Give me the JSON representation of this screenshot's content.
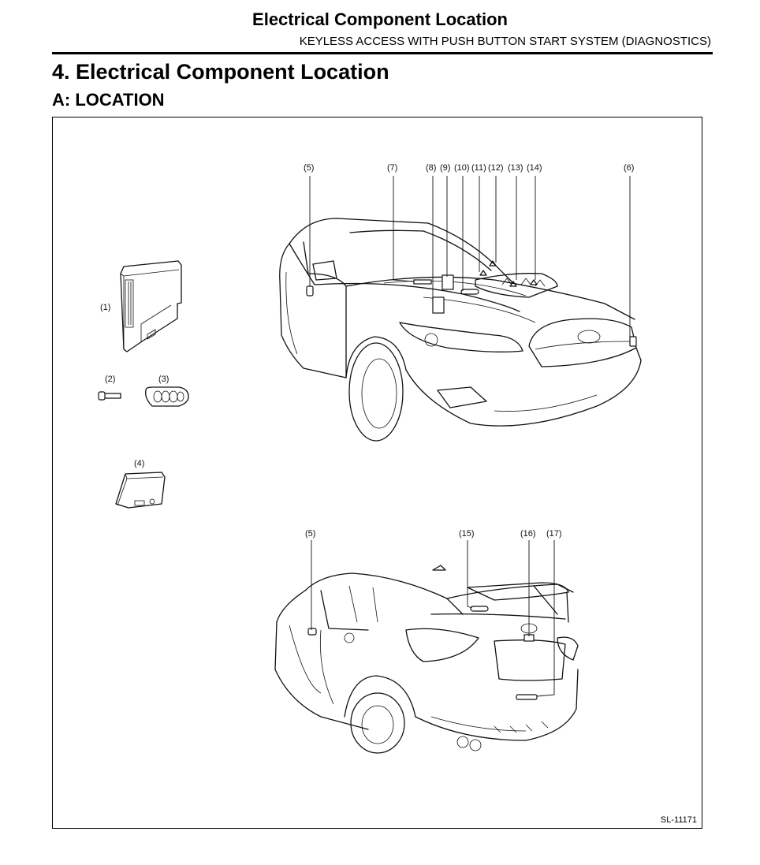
{
  "header": {
    "title": "Electrical Component Location",
    "subtitle": "KEYLESS ACCESS WITH PUSH BUTTON START SYSTEM (DIAGNOSTICS)"
  },
  "section": {
    "heading": "4.  Electrical Component Location",
    "subheading": "A:  LOCATION"
  },
  "figure": {
    "callouts": {
      "c1": "(1)",
      "c2": "(2)",
      "c3": "(3)",
      "c4": "(4)",
      "c5_front": "(5)",
      "c6": "(6)",
      "c7": "(7)",
      "c8": "(8)",
      "c9": "(9)",
      "c10": "(10)",
      "c11": "(11)",
      "c12": "(12)",
      "c13": "(13)",
      "c14": "(14)",
      "c5_rear": "(5)",
      "c15": "(15)",
      "c16": "(16)",
      "c17": "(17)"
    },
    "code": "SL-11171"
  }
}
